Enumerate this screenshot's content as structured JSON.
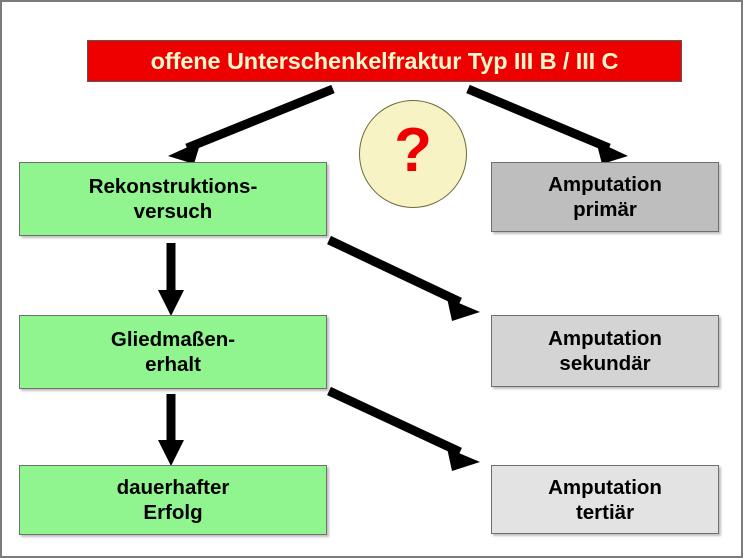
{
  "diagram": {
    "title": "offene Unterschenkelfraktur Typ III B / III C",
    "decision_marker": "?",
    "colors": {
      "banner_background": "#ee0000",
      "banner_text": "#fdf7cd",
      "green_node": "#90f58f",
      "gray_node_primary": "#bebebe",
      "gray_node_secondary": "#d4d4d4",
      "gray_node_tertiary": "#e3e3e3",
      "bubble_fill": "#f7f3c4",
      "bubble_text": "#ee0000",
      "arrow": "#000000",
      "frame_border": "#7b7b7b"
    },
    "nodes": {
      "rekonstruktion": {
        "line1": "Rekonstruktions-",
        "line2": "versuch"
      },
      "gliedmassen": {
        "line1": "Gliedmaßen-",
        "line2": "erhalt"
      },
      "dauerhaft": {
        "line1": "dauerhafter",
        "line2": "Erfolg"
      },
      "amp_primaer": {
        "line1": "Amputation",
        "line2": "primär"
      },
      "amp_sekundaer": {
        "line1": "Amputation",
        "line2": "sekundär"
      },
      "amp_tertiaer": {
        "line1": "Amputation",
        "line2": "tertiär"
      }
    }
  }
}
